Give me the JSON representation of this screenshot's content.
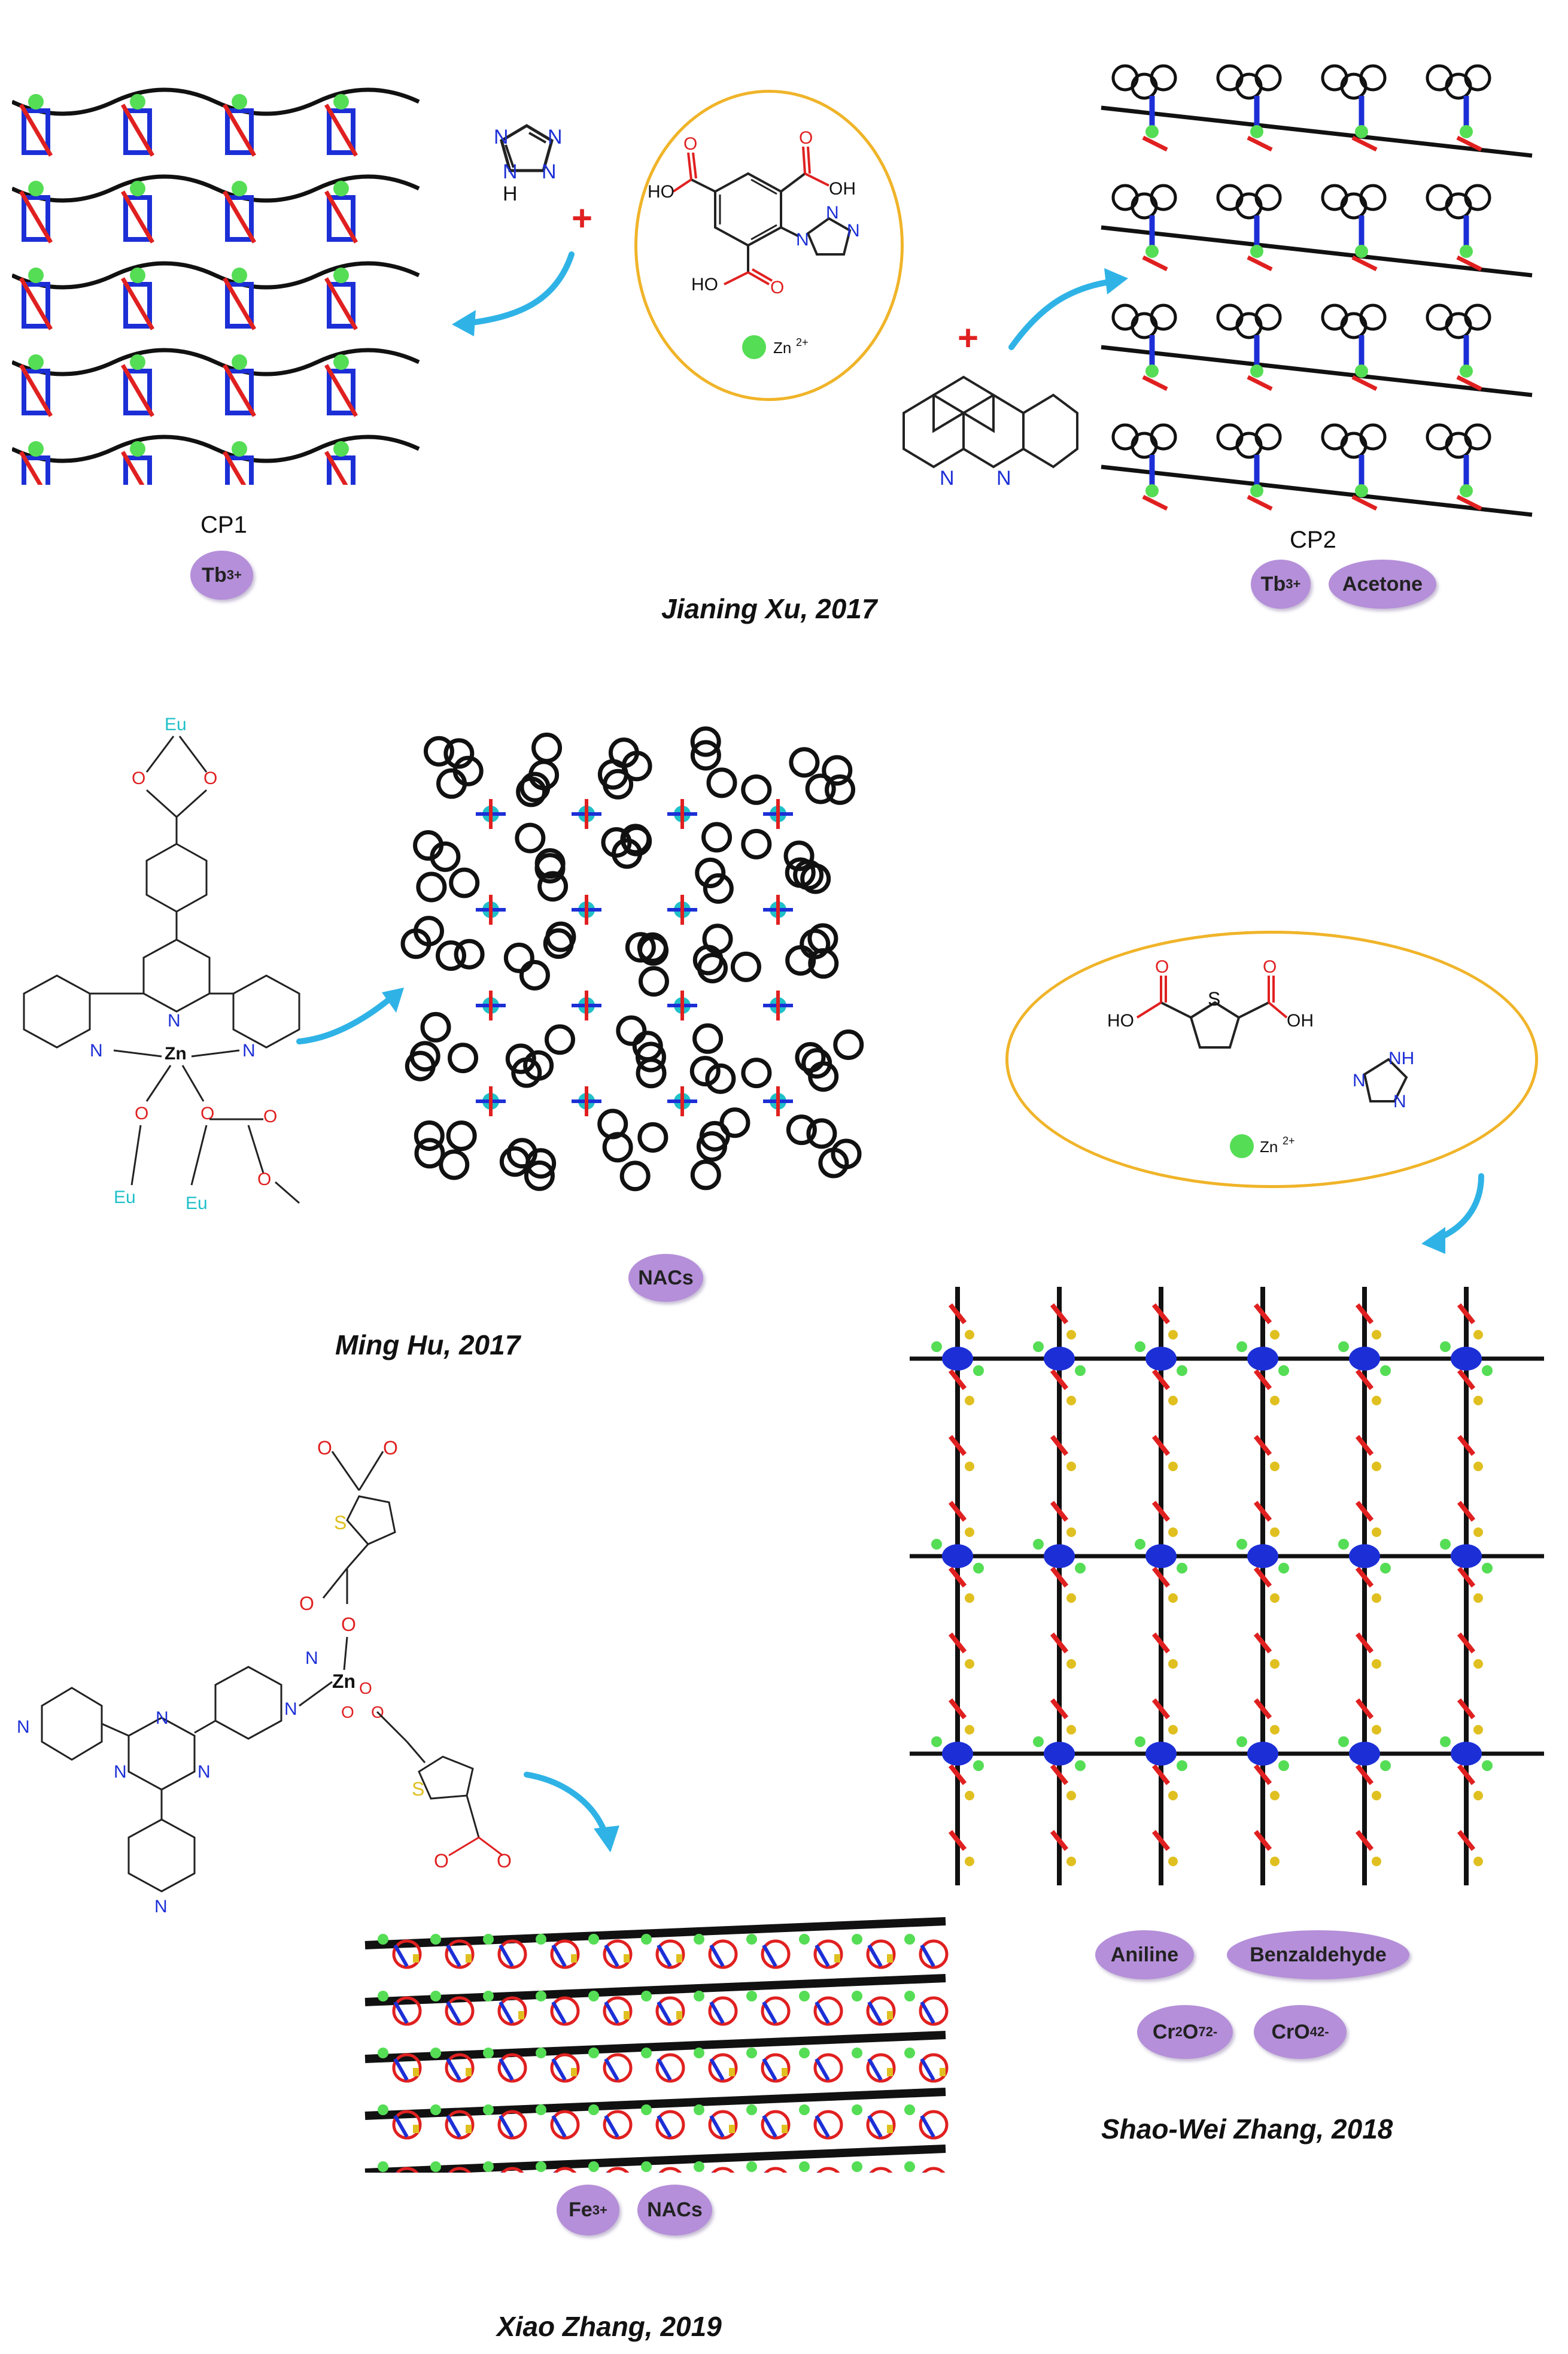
{
  "captions": {
    "xu": "Jianing Xu, 2017",
    "hu": "Ming Hu, 2017",
    "shaowei": "Shao-Wei Zhang, 2018",
    "xiao": "Xiao Zhang, 2019"
  },
  "structures": {
    "cp1": "CP1",
    "cp2": "CP2"
  },
  "badges": {
    "cp1_tb": {
      "base": "Tb",
      "sup": "3+"
    },
    "cp2_tb": {
      "base": "Tb",
      "sup": "3+"
    },
    "cp2_acetone": "Acetone",
    "hu_nacs": "NACs",
    "aniline": "Aniline",
    "benzaldehyde": "Benzaldehyde",
    "cr2o7": {
      "a": "Cr",
      "s1": "2",
      "b": "O",
      "s2": "7",
      "sup": "2-"
    },
    "cro4": {
      "a": "CrO",
      "s1": "4",
      "sup": "2-"
    },
    "xiao_fe": {
      "base": "Fe",
      "sup": "3+"
    },
    "xiao_nacs": "NACs"
  },
  "reagents": {
    "plus": "+",
    "zn_ion": "Zn",
    "zn_charge": "2+",
    "oh": "OH",
    "ho": "HO",
    "o": "O",
    "n": "N",
    "h": "H",
    "nh": "NH",
    "s": "S",
    "eu": "Eu",
    "zn": "Zn"
  },
  "colors": {
    "badge": "#b58fd9",
    "oval_border": "#f0b429",
    "arrow": "#2fb3e6",
    "oxygen": "#e02020",
    "nitrogen": "#1c2fd6",
    "zinc_ion": "#55dd55",
    "europium": "#20c0c8",
    "sulfur": "#e0c020",
    "carbon": "#111111"
  }
}
